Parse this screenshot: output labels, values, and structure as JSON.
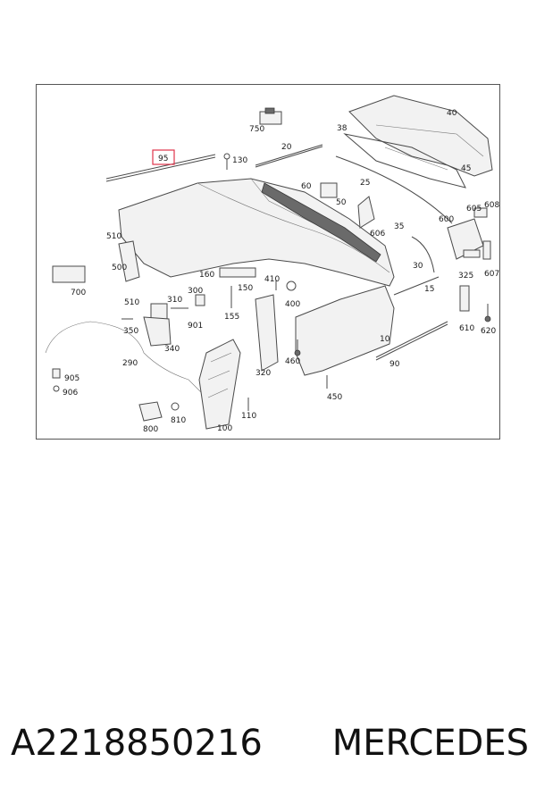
{
  "diagram": {
    "highlighted_part": "95",
    "part_numbers": [
      "40",
      "750",
      "38",
      "20",
      "95",
      "130",
      "45",
      "60",
      "25",
      "50",
      "605",
      "608",
      "35",
      "600",
      "606",
      "510",
      "30",
      "325",
      "607",
      "700",
      "500",
      "160",
      "410",
      "15",
      "300",
      "510",
      "310",
      "150",
      "400",
      "620",
      "901",
      "610",
      "350",
      "155",
      "10",
      "340",
      "460",
      "290",
      "905",
      "320",
      "90",
      "906",
      "450",
      "110",
      "810",
      "800",
      "100"
    ]
  },
  "caption": {
    "part_number": "A2218850216",
    "brand": "MERCEDES"
  }
}
